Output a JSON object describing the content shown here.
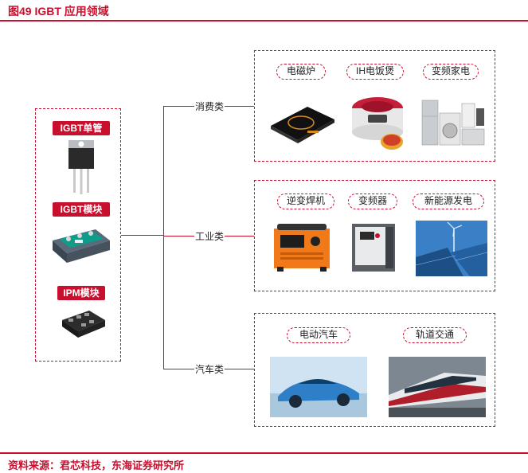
{
  "title": "图49  IGBT 应用领域",
  "source": "资料来源：君芯科技，东海证券研究所",
  "colors": {
    "accent": "#c8102e",
    "text": "#222222",
    "background": "#ffffff"
  },
  "products": [
    {
      "label": "IGBT单管",
      "icon": "to247-transistor-icon"
    },
    {
      "label": "IGBT模块",
      "icon": "igbt-module-icon"
    },
    {
      "label": "IPM模块",
      "icon": "ipm-module-icon"
    }
  ],
  "categories": [
    {
      "label": "消费类",
      "items": [
        "电磁炉",
        "IH电饭煲",
        "变频家电"
      ]
    },
    {
      "label": "工业类",
      "items": [
        "逆变焊机",
        "变频器",
        "新能源发电"
      ]
    },
    {
      "label": "汽车类",
      "items": [
        "电动汽车",
        "轨道交通"
      ]
    }
  ]
}
